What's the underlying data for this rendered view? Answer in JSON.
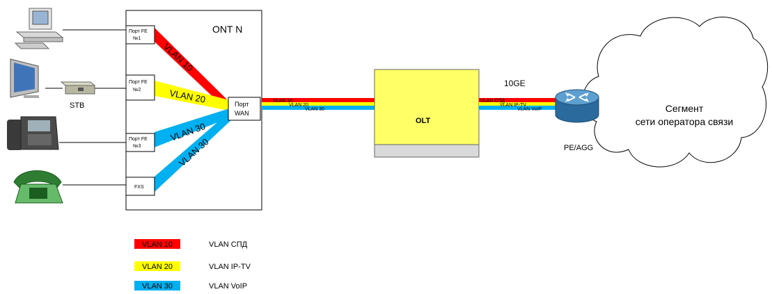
{
  "ont": {
    "title": "ONT N",
    "ports": [
      {
        "line1": "Порт FE",
        "line2": "№1"
      },
      {
        "line1": "Порт FE",
        "line2": "№2"
      },
      {
        "line1": "Порт FE",
        "line2": "№3"
      },
      {
        "line1": "FXS",
        "line2": ""
      }
    ],
    "wan": {
      "line1": "Порт",
      "line2": "WAN"
    }
  },
  "beam_labels": [
    "VLAN 10",
    "VLAN 20",
    "VLAN 30",
    "VLAN 30"
  ],
  "stb_label": "STB",
  "trunk_labels": [
    "VLAN 10",
    "VLAN 20",
    "VLAN 30"
  ],
  "olt": {
    "label": "OLT"
  },
  "uplink": {
    "speed": "10GE",
    "labels": [
      "VLAN СПД",
      "VLAN IP-TV",
      "VLAN VoIP"
    ]
  },
  "router_label": "PE/AGG",
  "cloud": {
    "line1": "Сегмент",
    "line2": "сети оператора связи"
  },
  "legend": [
    {
      "tag": "VLAN 10",
      "desc": "VLAN СПД",
      "color": "#ff0000"
    },
    {
      "tag": "VLAN 20",
      "desc": "VLAN IP-TV",
      "color": "#ffff00"
    },
    {
      "tag": "VLAN 30",
      "desc": "VLAN VoIP",
      "color": "#00b0f0"
    }
  ],
  "colors": {
    "red": "#ff0000",
    "yellow": "#ffff00",
    "blue": "#00b0f0",
    "olt_fill": "#ffff66"
  }
}
